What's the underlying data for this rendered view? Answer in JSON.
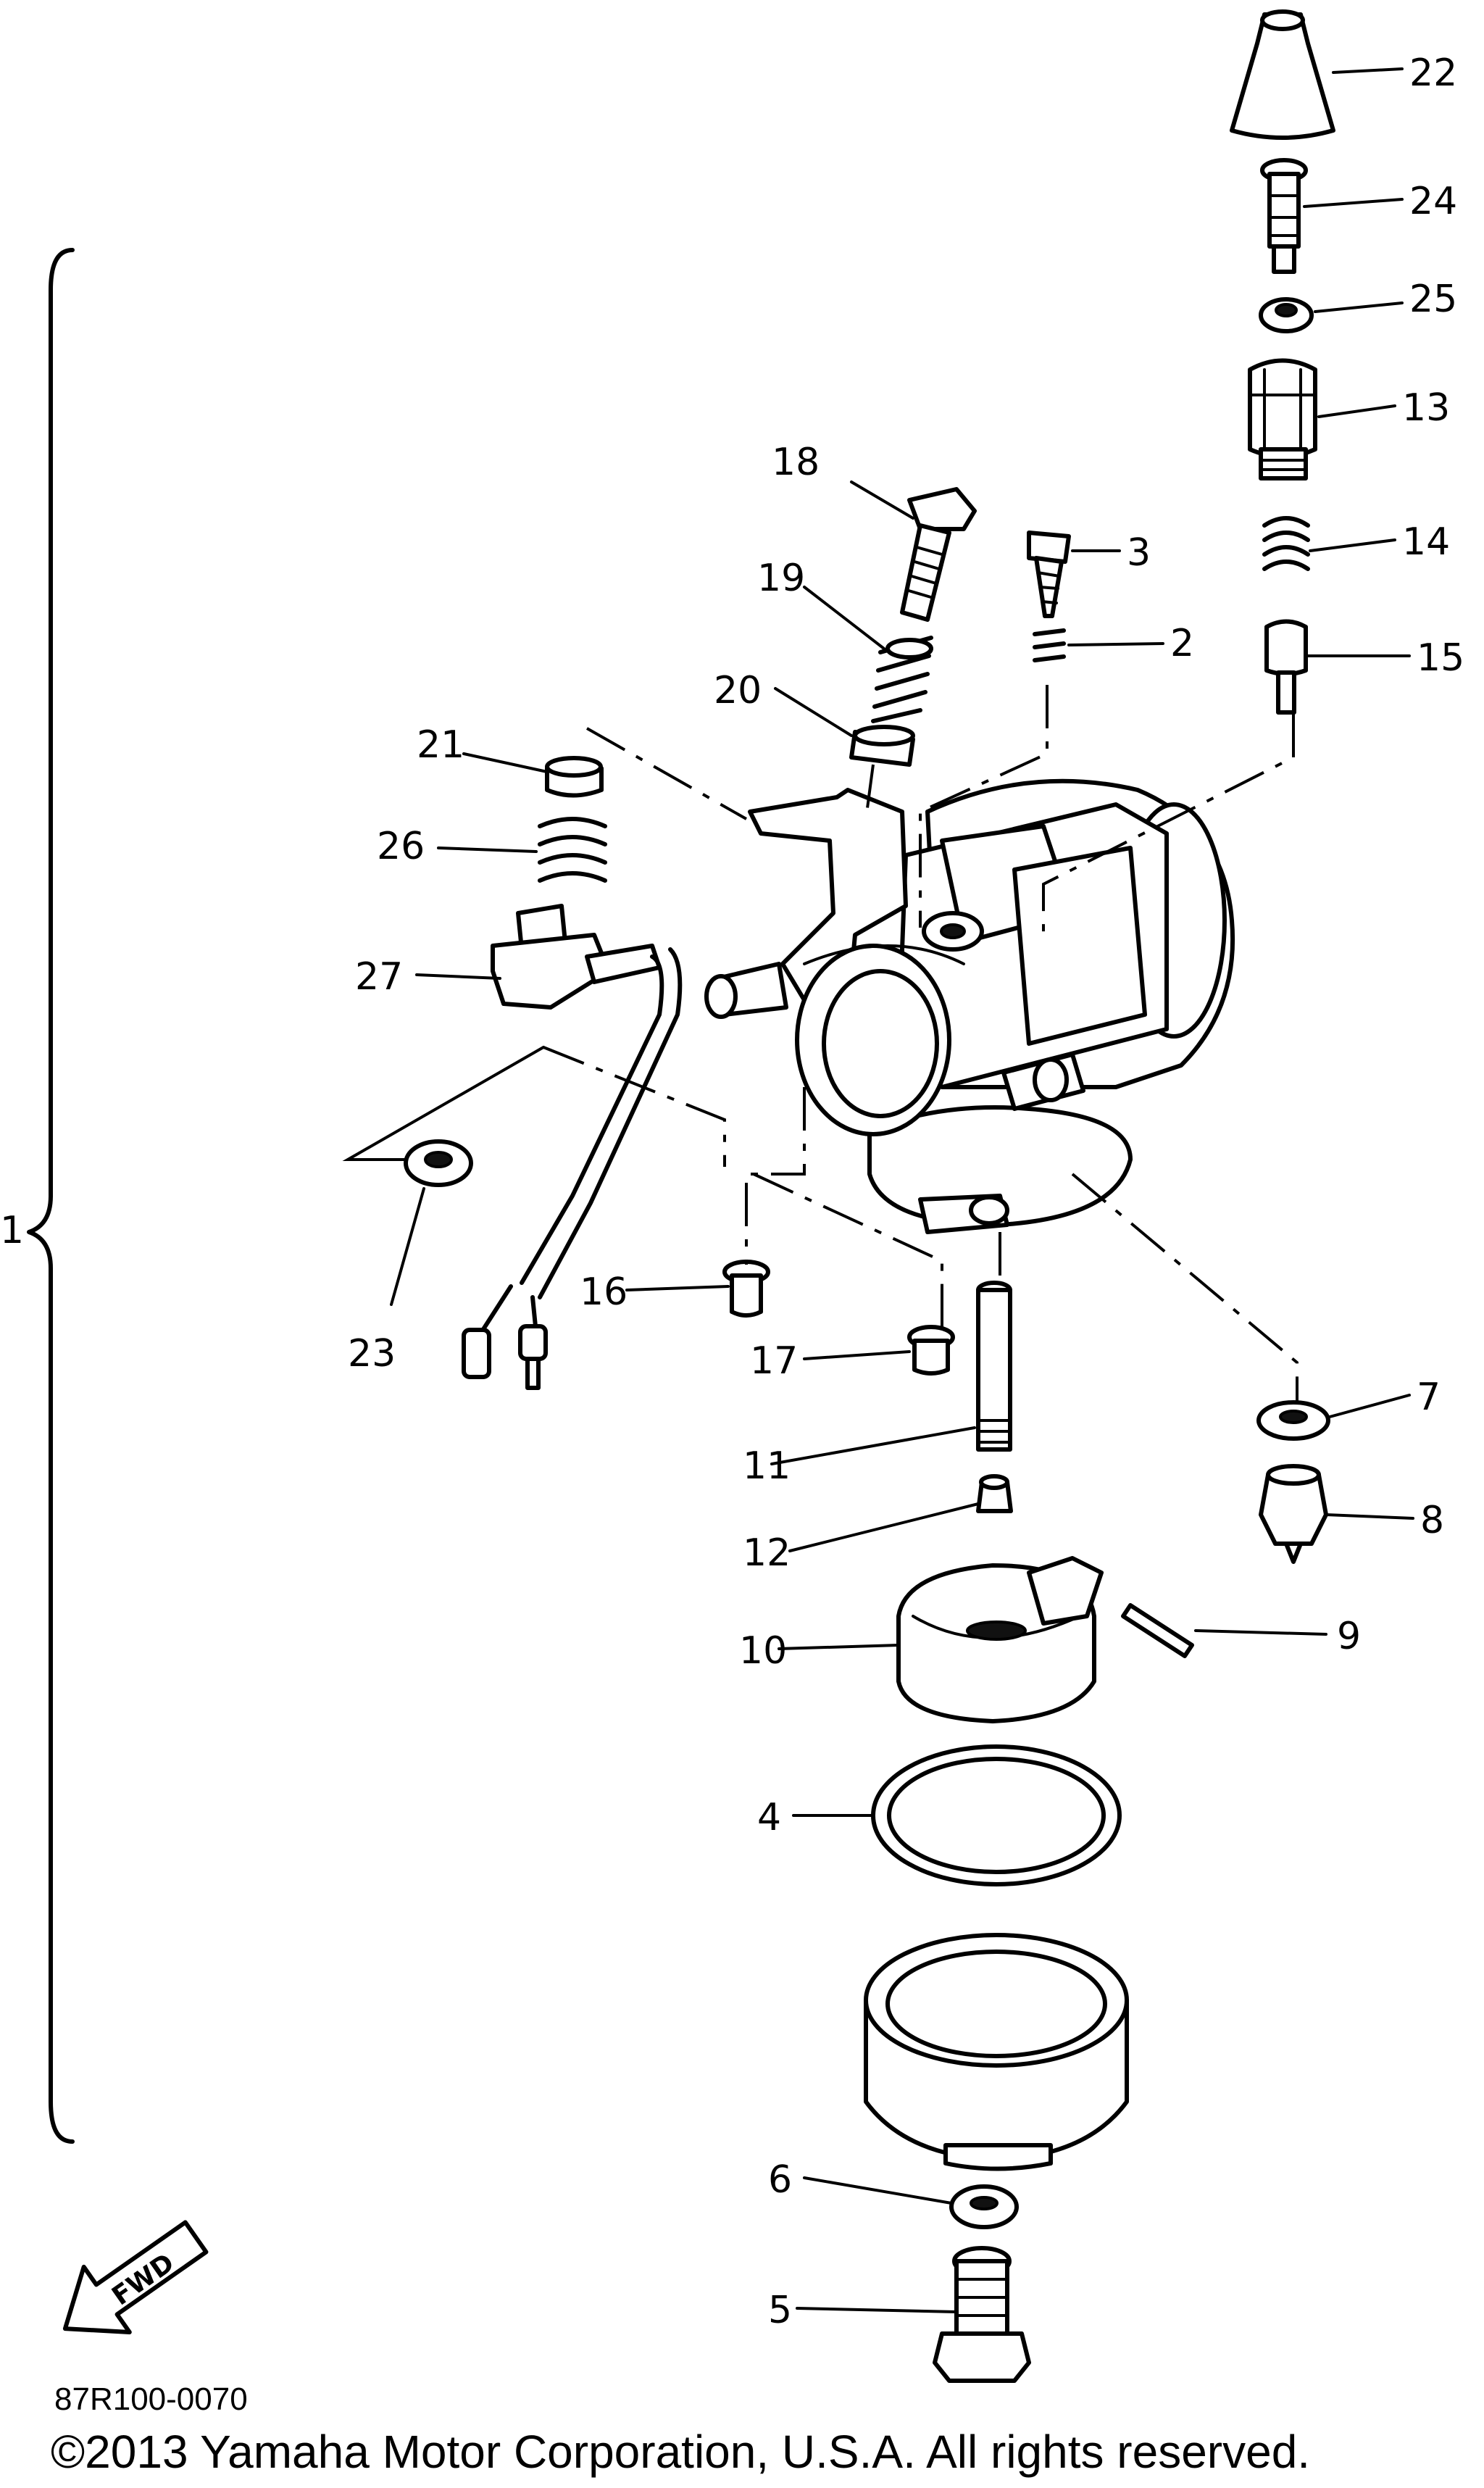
{
  "labels": {
    "p1": "1",
    "p2": "2",
    "p3": "3",
    "p4": "4",
    "p5": "5",
    "p6": "6",
    "p7": "7",
    "p8": "8",
    "p9": "9",
    "p10": "10",
    "p11": "11",
    "p12": "12",
    "p13": "13",
    "p14": "14",
    "p15": "15",
    "p16": "16",
    "p17": "17",
    "p18": "18",
    "p19": "19",
    "p20": "20",
    "p21": "21",
    "p22": "22",
    "p23": "23",
    "p24": "24",
    "p25": "25",
    "p26": "26",
    "p27": "27"
  },
  "fwd": "FWD",
  "diagram_code": "87R100-0070",
  "copyright": "©2013 Yamaha Motor Corporation, U.S.A. All rights reserved."
}
